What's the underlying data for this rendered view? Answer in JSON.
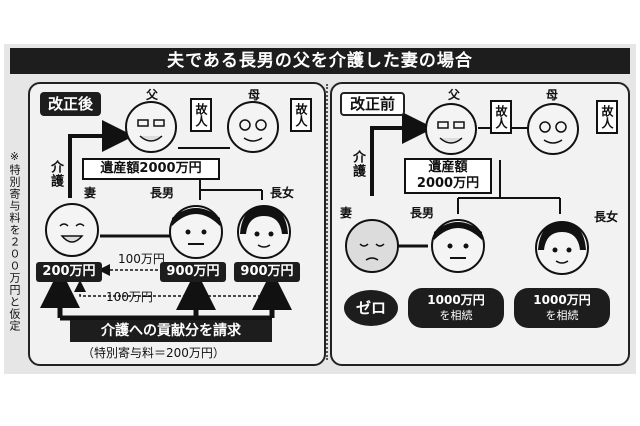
{
  "title": "夫である長男の父を介護した妻の場合",
  "side_note": "※特別寄与料を２００万円と仮定",
  "left": {
    "tag": "改正後",
    "father_label": "父",
    "mother_label": "母",
    "deceased_badge": "故人",
    "estate": "遺産額2000万円",
    "care_label": "介護",
    "wife_label": "妻",
    "son_label": "長男",
    "daughter_label": "長女",
    "wife_amount": "200万円",
    "son_amount": "900万円",
    "daughter_amount": "900万円",
    "transfer_1": "100万円",
    "transfer_2": "100万円",
    "claim": "介護への貢献分を請求",
    "note": "（特別寄与料＝200万円）"
  },
  "right": {
    "tag": "改正前",
    "father_label": "父",
    "mother_label": "母",
    "deceased_badge": "故人",
    "estate_line1": "遺産額",
    "estate_line2": "2000万円",
    "care_label": "介護",
    "wife_label": "妻",
    "son_label": "長男",
    "daughter_label": "長女",
    "wife_amount": "ゼロ",
    "son_amount": "1000万円",
    "son_sub": "を相続",
    "daughter_amount": "1000万円",
    "daughter_sub": "を相続"
  },
  "colors": {
    "ink": "#111111",
    "sheet": "#e6e6e6",
    "panel": "#f2f2f2"
  }
}
